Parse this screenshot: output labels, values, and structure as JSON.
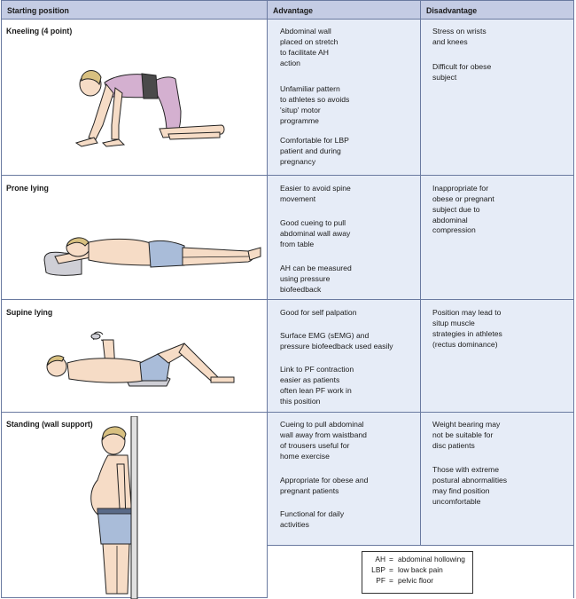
{
  "headers": {
    "position": "Starting position",
    "advantage": "Advantage",
    "disadvantage": "Disadvantage"
  },
  "rows": [
    {
      "position": "Kneeling (4 point)",
      "advantages": [
        "Abdominal wall\nplaced on stretch\nto facilitate AH\naction",
        "Unfamiliar pattern\nto athletes so avoids\n'situp' motor\nprogramme",
        "Comfortable for LBP\npatient and during\npregnancy"
      ],
      "disadvantages": [
        "Stress on wrists\nand knees",
        "Difficult for obese\nsubject"
      ]
    },
    {
      "position": "Prone lying",
      "advantages": [
        "Easier to avoid spine\nmovement",
        "Good cueing to pull\nabdominal wall away\nfrom table",
        "AH can be measured\nusing pressure\nbiofeedback"
      ],
      "disadvantages": [
        "Inappropriate for\nobese or pregnant\nsubject due to\nabdominal\ncompression"
      ]
    },
    {
      "position": "Supine lying",
      "advantages": [
        "Good for self palpation",
        "Surface EMG (sEMG) and\npressure biofeedback used easily",
        "Link to PF contraction\neasier as patients\noften lean PF work in\nthis position"
      ],
      "disadvantages": [
        "Position may lead to\nsitup muscle\nstrategies in athletes\n(rectus dominance)"
      ]
    },
    {
      "position": "Standing\n(wall support)",
      "advantages": [
        "Cueing to pull abdominal\nwall away from waistband\nof trousers useful for\nhome exercise",
        "Appropriate for obese and\npregnant patients",
        "Functional for daily\nactivities"
      ],
      "disadvantages": [
        "Weight bearing may\nnot be suitable for\ndisc patients",
        "Those with extreme\npostural abnormalities\nmay find position\nuncomfortable"
      ]
    }
  ],
  "legend": [
    {
      "abbr": "AH",
      "definition": "abdominal hollowing"
    },
    {
      "abbr": "LBP",
      "definition": "low back pain"
    },
    {
      "abbr": "PF",
      "definition": "pelvic floor"
    }
  ],
  "colors": {
    "header_bg": "#c4cce4",
    "cell_bg": "#e6ecf7",
    "border": "#6a7aa0",
    "skin": "#f6dcc6",
    "shorts": "#a9bcd9"
  }
}
